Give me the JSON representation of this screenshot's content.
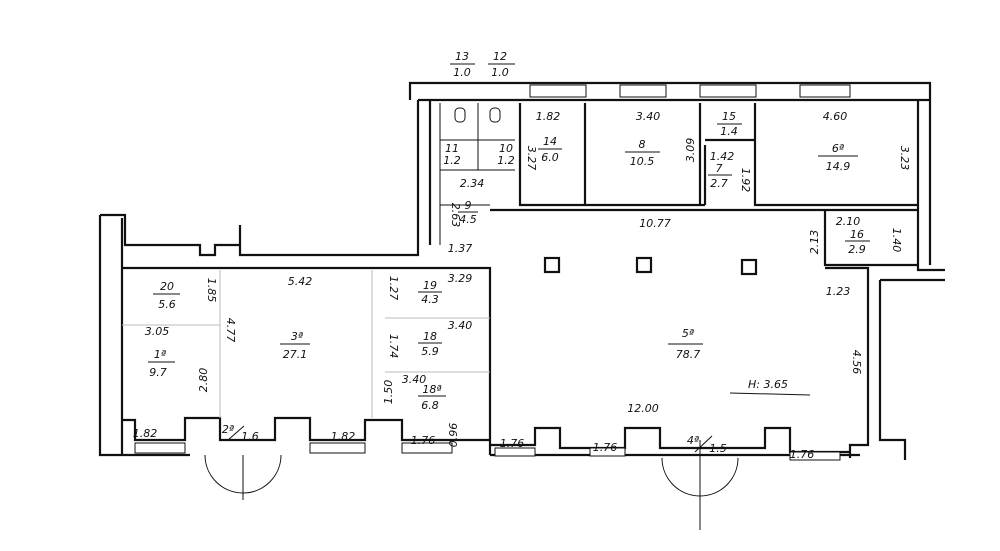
{
  "rooms": {
    "r13": {
      "num": "13",
      "area": "1.0"
    },
    "r12": {
      "num": "12",
      "area": "1.0"
    },
    "r11": {
      "num": "11",
      "area": "1.2"
    },
    "r10": {
      "num": "10",
      "area": "1.2"
    },
    "r14": {
      "num": "14",
      "area": "6.0"
    },
    "r8": {
      "num": "8",
      "area": "10.5"
    },
    "r15": {
      "num": "15",
      "area": "1.4"
    },
    "r7": {
      "num": "7",
      "area": "2.7"
    },
    "r6a": {
      "num": "6ª",
      "area": "14.9"
    },
    "r9": {
      "num": "9",
      "area": "4.5"
    },
    "r16": {
      "num": "16",
      "area": "2.9"
    },
    "r20": {
      "num": "20",
      "area": "5.6"
    },
    "r1a": {
      "num": "1ª",
      "area": "9.7"
    },
    "r3a": {
      "num": "3ª",
      "area": "27.1"
    },
    "r19": {
      "num": "19",
      "area": "4.3"
    },
    "r18": {
      "num": "18",
      "area": "5.9"
    },
    "r18a": {
      "num": "18ª",
      "area": "6.8"
    },
    "r2a": {
      "num": "2ª",
      "area": "1.6"
    },
    "r5a": {
      "num": "5ª",
      "area": "78.7"
    },
    "r4a": {
      "num": "4ª",
      "area": "1.5"
    }
  },
  "dims": {
    "d1": "1.82",
    "d2": "3.40",
    "d3": "4.60",
    "d4": "3.09",
    "d5": "3.23",
    "d6": "3.27",
    "d7": "1.42",
    "d8": "1.92",
    "d9": "2.34",
    "d10": "2.63",
    "d11": "1.37",
    "d12": "10.77",
    "d13": "2.10",
    "d14": "2.13",
    "d15": "1.40",
    "d16": "1.23",
    "d17": "4.56",
    "d18": "12.00",
    "d19": "5.42",
    "d20": "3.29",
    "d21": "1.85",
    "d22": "3.05",
    "d23": "4.77",
    "d24": "2.80",
    "d25": "1.27",
    "d26": "1.74",
    "d27": "3.40",
    "d28": "3.40",
    "d29": "1.50",
    "d30": "0.96",
    "d31": "1.82",
    "d32": "1.82",
    "d33": "1.76",
    "d34": "1.76",
    "d35": "1.76",
    "d36": "1.76"
  },
  "height_label": "H: 3.65"
}
